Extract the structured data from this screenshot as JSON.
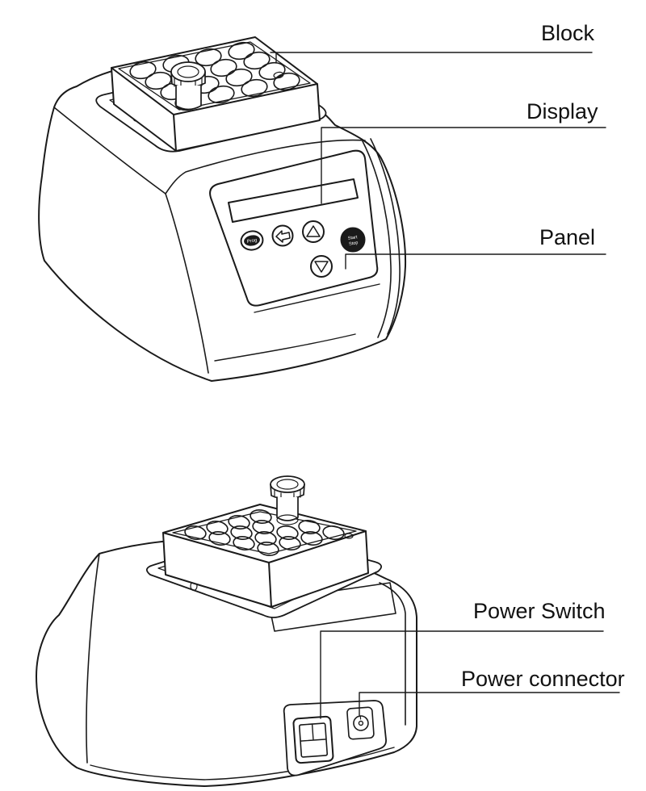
{
  "colors": {
    "line": "#1a1a1a",
    "background": "#ffffff",
    "text": "#111111"
  },
  "front_view": {
    "callouts": {
      "block": "Block",
      "display": "Display",
      "panel": "Panel"
    },
    "panel_controls": {
      "prog_label": "Prog",
      "start_stop_line1": "Start",
      "start_stop_line2": "Stop",
      "enter_icon": "back-arrow-icon",
      "up_icon": "up-triangle-icon",
      "down_icon": "down-triangle-icon"
    }
  },
  "rear_view": {
    "callouts": {
      "power_switch": "Power Switch",
      "power_connector": "Power connector"
    }
  }
}
